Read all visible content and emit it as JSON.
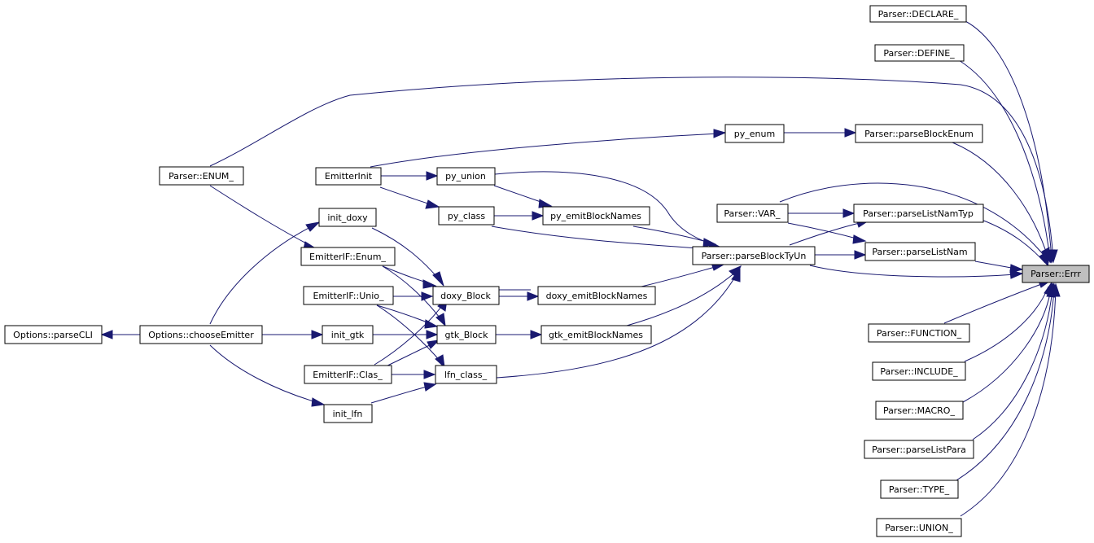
{
  "diagram": {
    "title": "",
    "nodes": {
      "parser_declare": "Parser::DECLARE_",
      "parser_define": "Parser::DEFINE_",
      "py_enum": "py_enum",
      "parser_parseblockenum": "Parser::parseBlockEnum",
      "parser_enum": "Parser::ENUM_",
      "emitterinit": "EmitterInit",
      "py_union": "py_union",
      "parser_var": "Parser::VAR_",
      "parser_parselistnamtyp": "Parser::parseListNamTyp",
      "init_doxy": "init_doxy",
      "py_class": "py_class",
      "py_emitblocknames": "py_emitBlockNames",
      "parser_parselistnam": "Parser::parseListNam",
      "emitterif_enum": "EmitterIF::Enum_",
      "parser_parseblocktyun": "Parser::parseBlockTyUn",
      "parser_errr": "Parser::Errr",
      "emitterif_unio": "EmitterIF::Unio_",
      "doxy_block": "doxy_Block",
      "doxy_emitblocknames": "doxy_emitBlockNames",
      "options_parsecli": "Options::parseCLI",
      "options_chooseemitter": "Options::chooseEmitter",
      "init_gtk": "init_gtk",
      "gtk_block": "gtk_Block",
      "gtk_emitblocknames": "gtk_emitBlockNames",
      "parser_function": "Parser::FUNCTION_",
      "emitterif_clas": "EmitterIF::Clas_",
      "lfn_class": "lfn_class_",
      "parser_include": "Parser::INCLUDE_",
      "init_lfn": "init_lfn",
      "parser_macro": "Parser::MACRO_",
      "parser_parselistpara": "Parser::parseListPara",
      "parser_type": "Parser::TYPE_",
      "parser_union": "Parser::UNION_"
    },
    "highlighted": "parser_errr",
    "colors": {
      "edge": "#191970",
      "highlight_fill": "#bfbfbf",
      "node_border": "#000000"
    }
  }
}
